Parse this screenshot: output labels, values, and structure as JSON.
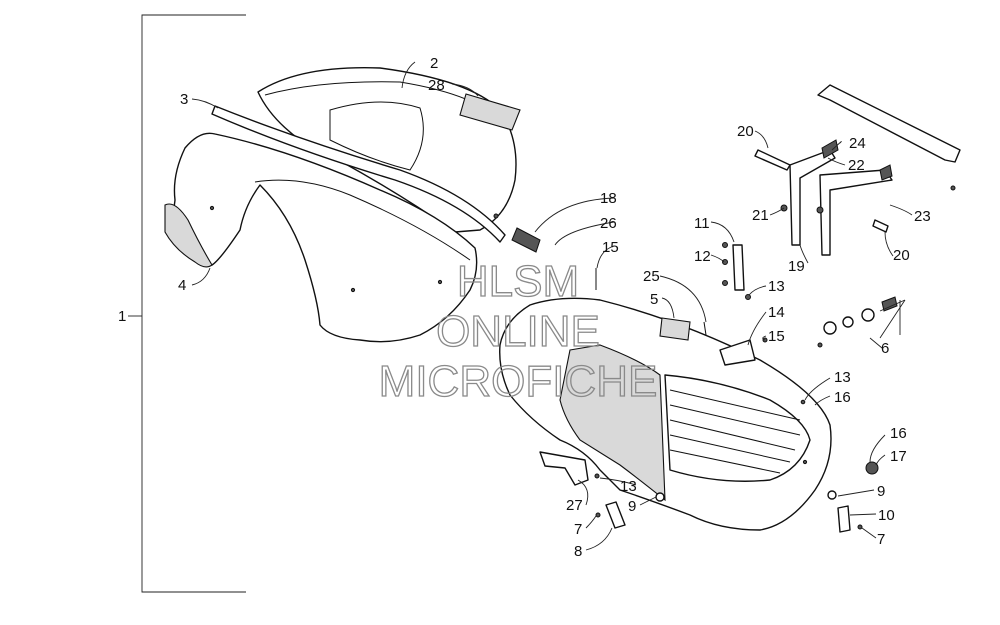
{
  "watermark": {
    "line1": "HLSM",
    "line2": "ONLINE",
    "line3": "MICROFICHE"
  },
  "callouts": {
    "c1": "1",
    "c2": "2",
    "c3": "3",
    "c4": "4",
    "c5": "5",
    "c6": "6",
    "c7a": "7",
    "c7b": "7",
    "c8": "8",
    "c9a": "9",
    "c9b": "9",
    "c10": "10",
    "c11": "11",
    "c12": "12",
    "c13a": "13",
    "c13b": "13",
    "c13c": "13",
    "c14": "14",
    "c15a": "15",
    "c15b": "15",
    "c16a": "16",
    "c16b": "16",
    "c17": "17",
    "c18": "18",
    "c19": "19",
    "c20a": "20",
    "c20b": "20",
    "c21": "21",
    "c22": "22",
    "c23": "23",
    "c24": "24",
    "c25": "25",
    "c26": "26",
    "c27": "27",
    "c28": "28"
  }
}
